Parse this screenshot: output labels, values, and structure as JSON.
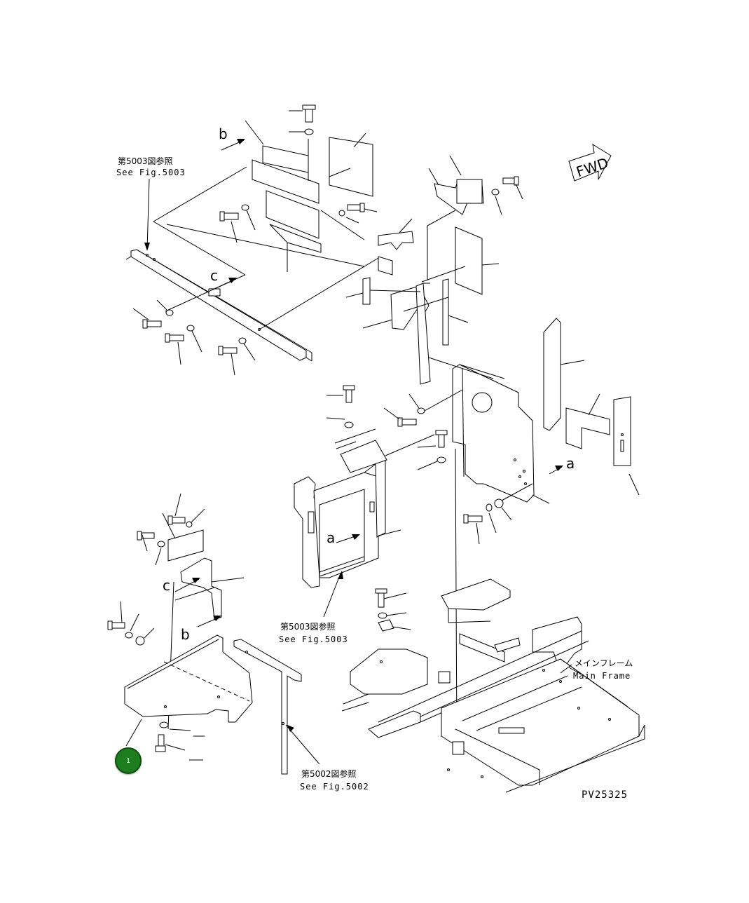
{
  "refs": {
    "fig5003_top": {
      "jp": "第5003図参照",
      "en": "See Fig.5003"
    },
    "fig5003_mid": {
      "jp": "第5003図参照",
      "en": "See Fig.5003"
    },
    "fig5002": {
      "jp": "第5002図参照",
      "en": "See Fig.5002"
    },
    "main_frame": {
      "jp": "メインフレーム",
      "en": "Main Frame"
    }
  },
  "view_labels": {
    "b_top": "b",
    "c_top": "c",
    "a_right": "a",
    "a_mid": "a",
    "c_left": "c",
    "b_left": "b"
  },
  "fwd_label": "FWD",
  "drawing_code": "PV25325",
  "callout": {
    "number": "1",
    "color": "#1e7d1e",
    "border": "#0d4d0d"
  }
}
